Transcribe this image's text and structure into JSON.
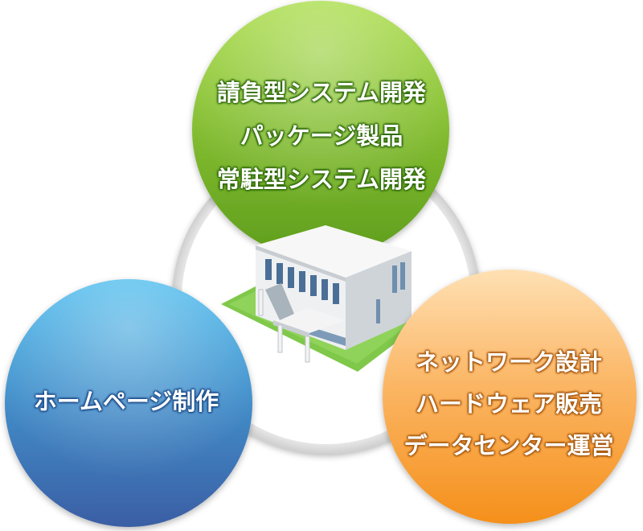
{
  "circles": {
    "green": {
      "lines": [
        "請負型システム開発",
        "パッケージ製品",
        "常駐型システム開発"
      ],
      "color_top": "#9ad13a",
      "color_bottom": "#5b9a1a"
    },
    "blue": {
      "lines": [
        "ホームページ制作"
      ],
      "color_top": "#46b6ea",
      "color_bottom": "#3a5fa6"
    },
    "orange": {
      "lines": [
        "ネットワーク設計",
        "ハードウェア販売",
        "データセンター運営"
      ],
      "color_top": "#ffd19a",
      "color_bottom": "#f6941f"
    }
  },
  "center_icon": "office-building-icon"
}
